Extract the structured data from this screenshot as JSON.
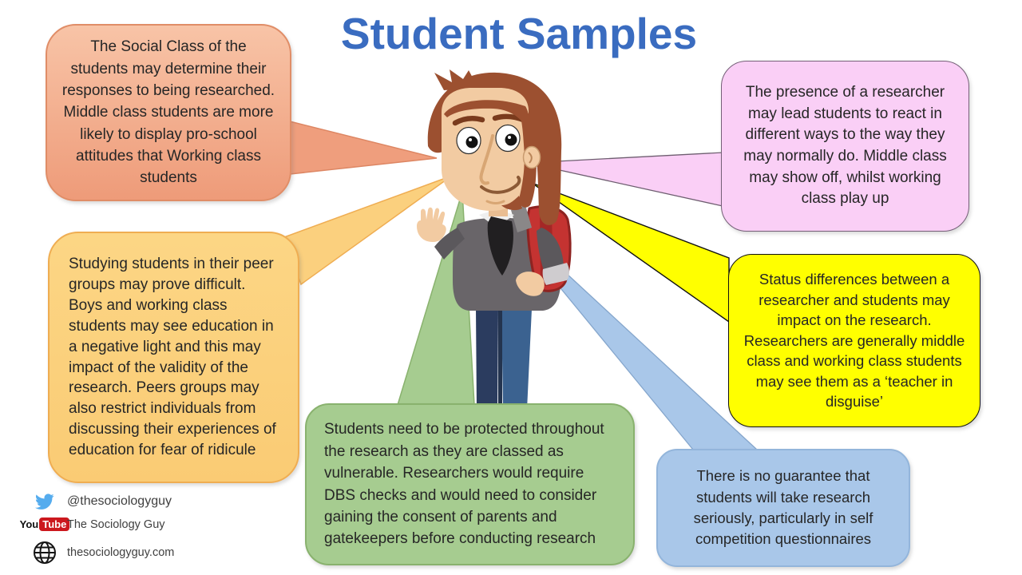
{
  "title": "Student Samples",
  "bubbles": {
    "social_class": {
      "text": "The Social Class of the students may determine their responses to being researched. Middle class students are more likely to display pro-school attitudes that Working class students",
      "color": "#F1A987"
    },
    "researcher_presence": {
      "text": "The presence of a researcher may lead students to react in different ways to the way they may normally do. Middle class may show off, whilst working class play up",
      "color": "#FACFF6"
    },
    "peer_groups": {
      "text": "Studying students in their peer groups may prove difficult. Boys and working class students may see education in a negative light and this may impact of the validity of the research.  Peers groups may also restrict individuals from discussing their experiences  of education for fear of ridicule",
      "color": "#FBD07E"
    },
    "status_differences": {
      "text": "Status differences  between a researcher  and students may impact on the research. Researchers  are generally middle class and working class students  may see them as a ‘teacher  in disguise’",
      "color": "#FFFF00"
    },
    "protection": {
      "text": "Students need to be protected throughout the research  as they are classed as vulnerable.  Researchers  would require DBS checks and would need to consider gaining the consent  of parents  and gatekeepers  before conducting research",
      "color": "#A6CC90"
    },
    "no_guarantee": {
      "text": "There  is no guarantee  that students  will take research seriously,  particularly in self competition questionnaires",
      "color": "#A9C7E9"
    }
  },
  "character": {
    "description": "cartoon student with brown hair, grey sweater, black tie, red backpack, blue jeans, waving"
  },
  "footer": {
    "twitter_handle": "@thesociologyguy",
    "youtube_channel": "The Sociology Guy",
    "website": "thesociologyguy.com",
    "youtube_logo_you": "You",
    "youtube_logo_tube": "Tube"
  },
  "icons": {
    "twitter": "twitter-bird-icon",
    "youtube": "youtube-logo-icon",
    "globe": "globe-icon"
  },
  "colors": {
    "title": "#3A6CC0",
    "twitter_blue": "#55ACEE",
    "youtube_red": "#CC181E"
  }
}
